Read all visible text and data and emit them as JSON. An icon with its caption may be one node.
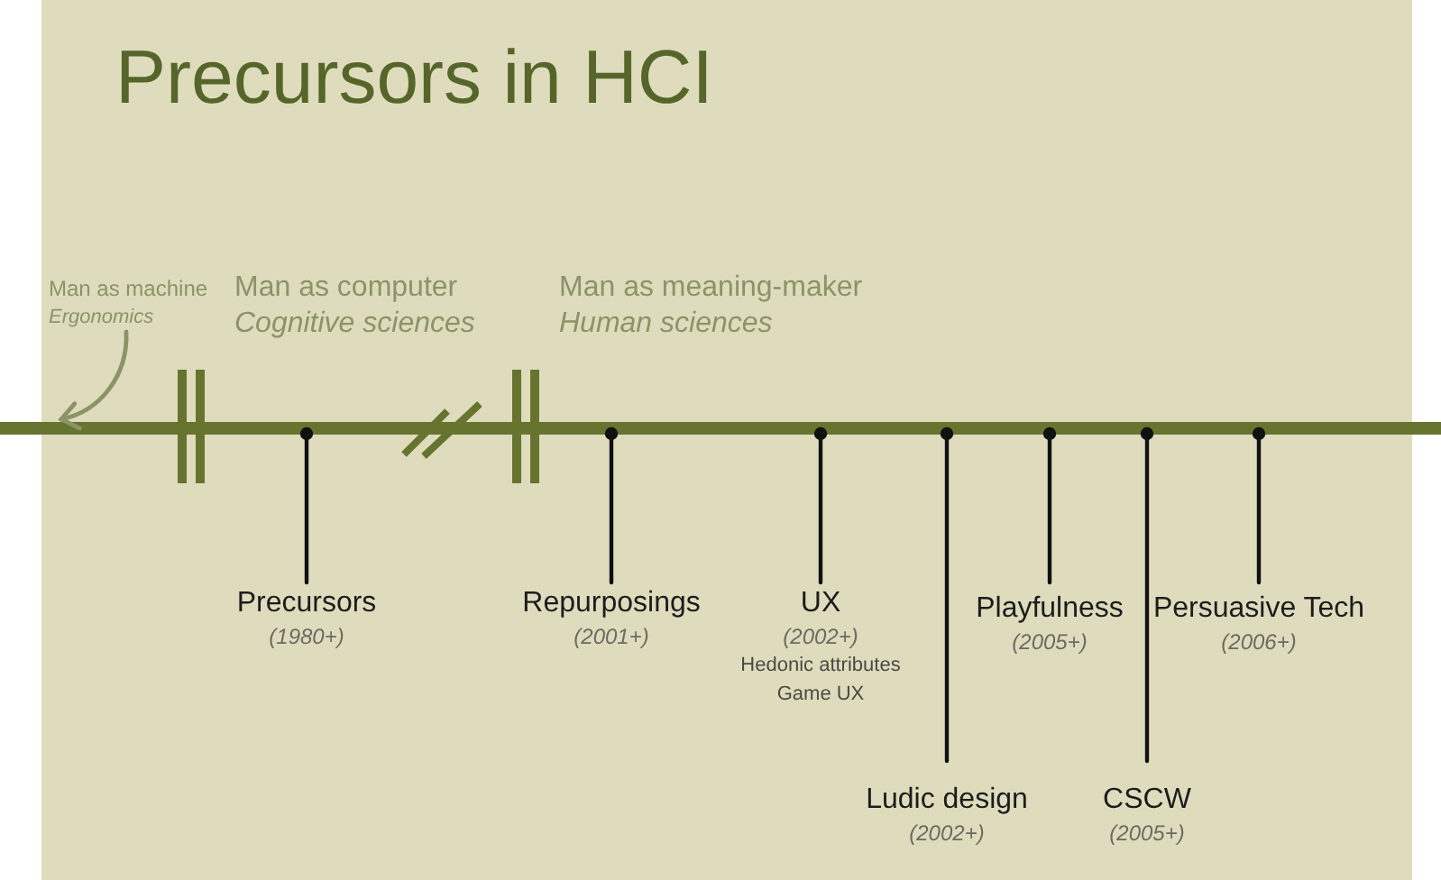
{
  "diagram": {
    "title": "Precursors in HCI",
    "nodes": [
      {
        "text": [
          "Man as machine",
          "Ergonomics"
        ]
      },
      {
        "text": [
          "Man as computer",
          "Cognitive sciences"
        ]
      },
      {
        "text": [
          "Man as meaning-maker",
          "Human sciences"
        ]
      },
      {
        "text": [],
        "shape": "bar"
      },
      {
        "text": [
          "Precursors",
          "(1980+)"
        ]
      },
      {
        "text": [
          "Repurposings",
          "(2001+)"
        ]
      },
      {
        "text": [
          "UX",
          "(2002+)",
          "Hedonic attributes",
          "Game UX"
        ]
      },
      {
        "text": [
          "Ludic design",
          "(2002+)"
        ]
      },
      {
        "text": [
          "Playfulness",
          "(2005+)"
        ]
      },
      {
        "text": [
          "CSCW",
          "(2005+)"
        ]
      },
      {
        "text": [
          "Persuasive Tech",
          "(2006+)"
        ]
      }
    ],
    "edges": [
      {
        "from": 0,
        "to": 3,
        "arrow": "to",
        "color": "#8b9466"
      },
      {
        "from": 4,
        "to": 3,
        "arrow": "other"
      },
      {
        "from": 5,
        "to": 3,
        "arrow": "other"
      },
      {
        "from": 6,
        "to": 3,
        "arrow": "other"
      },
      {
        "from": 7,
        "to": 3,
        "arrow": "other"
      },
      {
        "from": 8,
        "to": 3,
        "arrow": "other"
      },
      {
        "from": 9,
        "to": 3,
        "arrow": "other"
      },
      {
        "from": 10,
        "to": 3,
        "arrow": "other"
      }
    ]
  }
}
